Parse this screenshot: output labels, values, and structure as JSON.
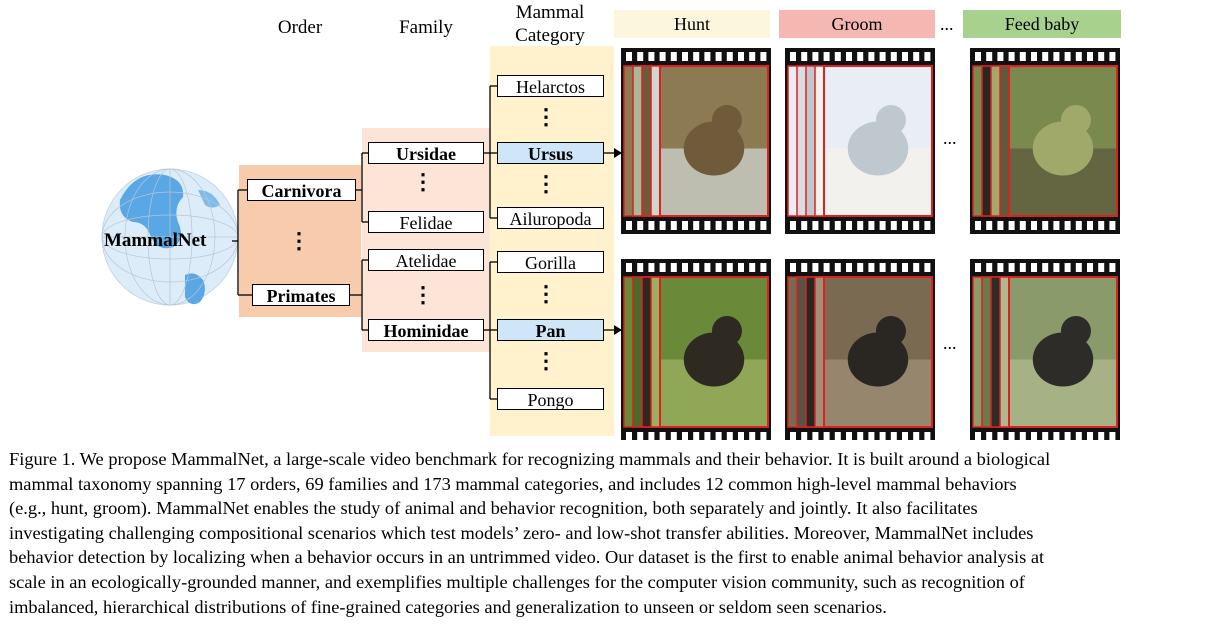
{
  "headers": {
    "order": "Order",
    "family": "Family",
    "category_line1": "Mammal",
    "category_line2": "Category"
  },
  "root": "MammalNet",
  "orders": [
    "Carnivora",
    "Primates"
  ],
  "families": [
    "Ursidae",
    "Felidae",
    "Atelidae",
    "Hominidae"
  ],
  "categories": [
    "Helarctos",
    "Ursus",
    "Ailuropoda",
    "Gorilla",
    "Pan",
    "Pongo"
  ],
  "behaviors": [
    {
      "label": "Hunt",
      "color": "#fbf6dc"
    },
    {
      "label": "Groom",
      "color": "#f5b7b1"
    },
    {
      "label": "Feed baby",
      "color": "#a9d18e"
    }
  ],
  "ellipsis": "...",
  "vdots": "⋮",
  "colors": {
    "order_bg": "#f8cbad",
    "family_bg": "#fce4d6",
    "category_bg": "#fff2cc",
    "highlight": "#cfe5f8",
    "frame_border": "#e02020"
  },
  "caption": {
    "lines": [
      "Figure 1. We propose MammalNet, a large-scale video benchmark for recognizing mammals and their behavior. It is built around a biological",
      "mammal taxonomy spanning 17 orders, 69 families and 173 mammal categories, and includes 12 common high-level mammal behaviors",
      "(e.g., hunt, groom). MammalNet enables the study of animal and behavior recognition, both separately and jointly. It also facilitates",
      "investigating challenging compositional scenarios which test models’ zero- and low-shot transfer abilities. Moreover, MammalNet includes",
      "behavior detection by localizing when a behavior occurs in an untrimmed video. Our dataset is the first to enable animal behavior analysis at",
      "scale in an ecologically-grounded manner, and exemplifies multiple challenges for the computer vision community, such as recognition of",
      "imbalanced, hierarchical distributions of fine-grained categories and generalization to unseen or seldom seen scenarios."
    ]
  }
}
